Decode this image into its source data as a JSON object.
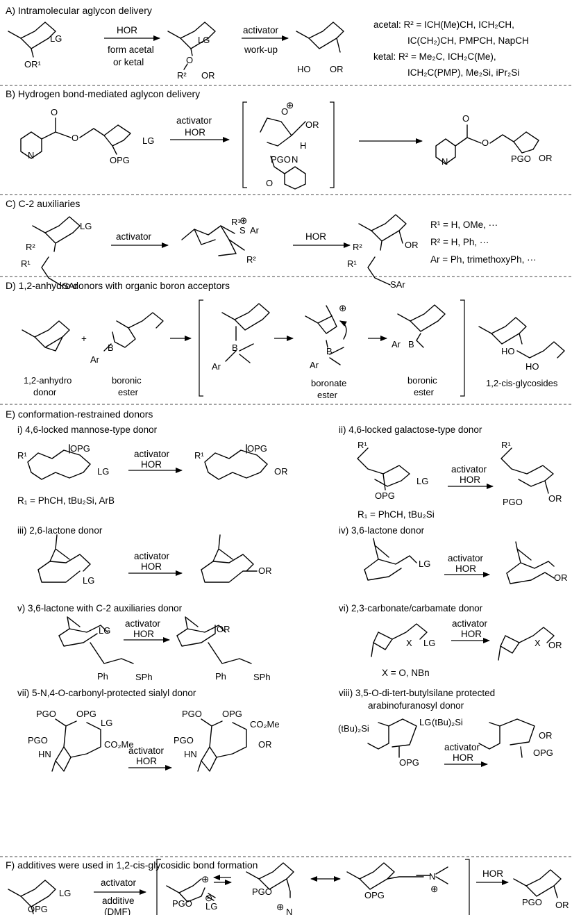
{
  "sections": {
    "A": {
      "title": "A) Intramolecular aglycon delivery",
      "step1_above": "HOR",
      "step1_below1": "form acetal",
      "step1_below2": "or ketal",
      "step2_above": "activator",
      "step2_below": "work-up",
      "acetal_line1": "acetal: R² = ICH(Me)CH, ICH₂CH,",
      "acetal_line2": "IC(CH₂)CH, PMPCH, NapCH",
      "ketal_line1": "ketal: R² = Me₂C, ICH₂C(Me),",
      "ketal_line2": "ICH₂C(PMP), Me₂Si, iPr₂Si",
      "labels": [
        "LG",
        "OR¹",
        "O",
        "R²",
        "OR",
        "HO",
        "OR"
      ]
    },
    "B": {
      "title": "B) Hydrogen bond-mediated aglycon delivery",
      "arrow_above1": "activator",
      "arrow_above2": "HOR",
      "labels": [
        "N",
        "O",
        "LG",
        "OPG",
        "O",
        "OR",
        "H",
        "PGO",
        "N",
        "PGO",
        "OR"
      ]
    },
    "C": {
      "title": "C) C-2 auxiliaries",
      "arrow1": "activator",
      "arrow2": "HOR",
      "subst1": "R¹ = H, OMe, ···",
      "subst2": "R² = H, Ph, ···",
      "subst3": "Ar = Ph, trimethoxyPh, ···",
      "labels": [
        "LG",
        "R²",
        "R¹",
        "SAr",
        "R¹",
        "S",
        "Ar",
        "R²",
        "R²",
        "R¹",
        "SAr",
        "OR"
      ]
    },
    "D": {
      "title": "D) 1,2-anhydro donors with organic boron acceptors",
      "donor_label1": "1,2-anhydro",
      "donor_label2": "donor",
      "boronic_label1": "boronic",
      "boronic_label2": "ester",
      "boronate_label1": "boronate",
      "boronate_label2": "ester",
      "boronic2_label1": "boronic",
      "boronic2_label2": "ester",
      "product_label": "1,2-cis-glycosides",
      "plus": "+",
      "labels": [
        "Ar",
        "B",
        "B",
        "Ar",
        "Ar",
        "B",
        "HO",
        "HO"
      ]
    },
    "E": {
      "title": "E) conformation-restrained donors",
      "i_title": "i) 4,6-locked mannose-type donor",
      "i_sub": "R₁ = PhCH, tBu₂Si, ArB",
      "ii_title": "ii) 4,6-locked galactose-type donor",
      "ii_sub": "R₁ = PhCH, tBu₂Si",
      "iii_title": "iii) 2,6-lactone donor",
      "iv_title": "iv) 3,6-lactone donor",
      "v_title": "v) 3,6-lactone with C-2 auxiliaries donor",
      "vi_title": "vi) 2,3-carbonate/carbamate donor",
      "vi_sub": "X = O, NBn",
      "vii_title": "vii) 5-N,4-O-carbonyl-protected sialyl donor",
      "viii_title1": "viii) 3,5-O-di-tert-butylsilane protected",
      "viii_title2": "arabinofuranosyl  donor",
      "activator": "activator",
      "hor": "HOR",
      "labels": [
        "R¹",
        "OPG",
        "LG",
        "OR",
        "PGO",
        "OR",
        "LG",
        "OR",
        "LG",
        "OR",
        "Ph",
        "SPh",
        "X",
        "LG",
        "OR",
        "PGO",
        "HN",
        "CO₂Me",
        "(tBu)₂Si",
        "OPG",
        "PGO"
      ]
    },
    "F": {
      "title": "F) additives were used in 1,2-cis-glycosidic bond formation",
      "arrow_above": "activator",
      "arrow_below1": "additive",
      "arrow_below2": "(DMF)",
      "hor": "HOR",
      "labels": [
        "LG",
        "OPG",
        "PGO",
        "LG",
        "PGO",
        "N",
        "OPG",
        "N",
        "PGO",
        "OR"
      ]
    }
  }
}
